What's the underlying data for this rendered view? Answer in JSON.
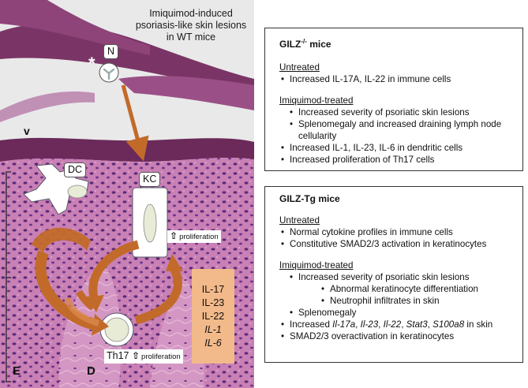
{
  "figure": {
    "title_line1": "Imiquimod-induced",
    "title_line2": "psoriasis-like skin lesions",
    "title_line3": "in WT mice",
    "labels": {
      "neutrophil": "N",
      "neutrophil_marker": "*",
      "dendritic_cell": "DC",
      "keratinocyte": "KC",
      "th17": "Th17",
      "stratum_marker": "v",
      "epidermis": "E",
      "dermis": "D"
    },
    "proliferation_label": "proliferation",
    "up_arrow": "⇧",
    "cytokines": [
      "IL-17",
      "IL-23",
      "IL-22",
      "IL-1",
      "IL-6"
    ],
    "colors": {
      "tissue_pink": "#c77fb3",
      "stratum_dark": "#6b2a5a",
      "arrow_orange": "#c26a2a",
      "cytokine_box": "#f2b98a"
    }
  },
  "gilz_ko": {
    "title": "GILZ",
    "title_sup": "-/-",
    "title_suffix": " mice",
    "untreated_heading": "Untreated",
    "untreated": [
      "Increased IL-17A, IL-22 in immune cells"
    ],
    "treated_heading": "Imiquimod-treated",
    "treated": [
      "Increased severity of psoriatic skin lesions",
      "Splenomegaly and increased draining lymph node cellularity",
      "Increased IL-1, IL-23, IL-6 in dendritic cells",
      "Increased proliferation of Th17 cells"
    ]
  },
  "gilz_tg": {
    "title": "GILZ-Tg mice",
    "untreated_heading": "Untreated",
    "untreated": [
      "Normal cytokine profiles in immune cells",
      "Constitutive SMAD2/3 activation in keratinocytes"
    ],
    "treated_heading": "Imiquimod-treated",
    "treated_1": "Increased severity of psoriatic skin lesions",
    "treated_1_sub": [
      "Abnormal keratinocyte differentiation",
      "Neutrophil infiltrates in skin"
    ],
    "treated_2": "Splenomegaly",
    "treated_3_prefix": "Increased ",
    "treated_3_genes": [
      "Il-17a",
      "Il-23",
      "Il-22",
      "Stat3",
      "S100a8"
    ],
    "treated_3_suffix": " in skin",
    "treated_4": "SMAD2/3 overactivation in keratinocytes"
  }
}
